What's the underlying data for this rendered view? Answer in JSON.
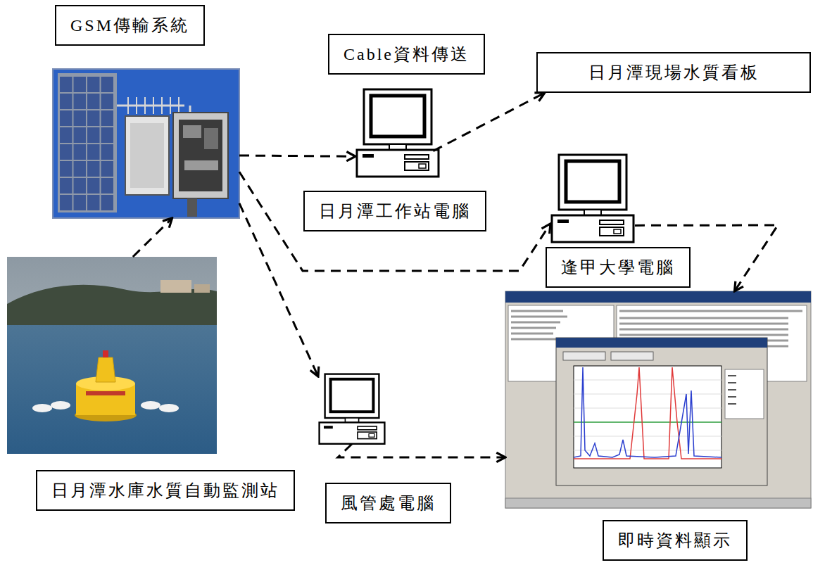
{
  "diagram": {
    "nodes": [
      {
        "text": [
          "GSM傳輸系統"
        ]
      },
      {
        "text": [
          "Cable資料傳送",
          "日月潭工作站電腦"
        ]
      },
      {
        "text": [
          "日月潭現場水質看板"
        ]
      },
      {
        "text": [
          "逢甲大學電腦"
        ]
      },
      {
        "text": [
          "日月潭水庫水質自動監測站"
        ]
      },
      {
        "text": [
          "風管處電腦"
        ]
      },
      {
        "text": [
          "即時資料顯示"
        ]
      }
    ],
    "edges": [
      {
        "from": 4,
        "to": 0,
        "arrow": "to"
      },
      {
        "from": 0,
        "to": 1,
        "arrow": "to"
      },
      {
        "from": 1,
        "to": 2,
        "arrow": "to"
      },
      {
        "from": 0,
        "to": 3,
        "arrow": "to"
      },
      {
        "from": 3,
        "to": 6,
        "arrow": "to"
      },
      {
        "from": 0,
        "to": 5,
        "arrow": "to"
      },
      {
        "from": 5,
        "to": 6,
        "arrow": "to"
      }
    ]
  }
}
